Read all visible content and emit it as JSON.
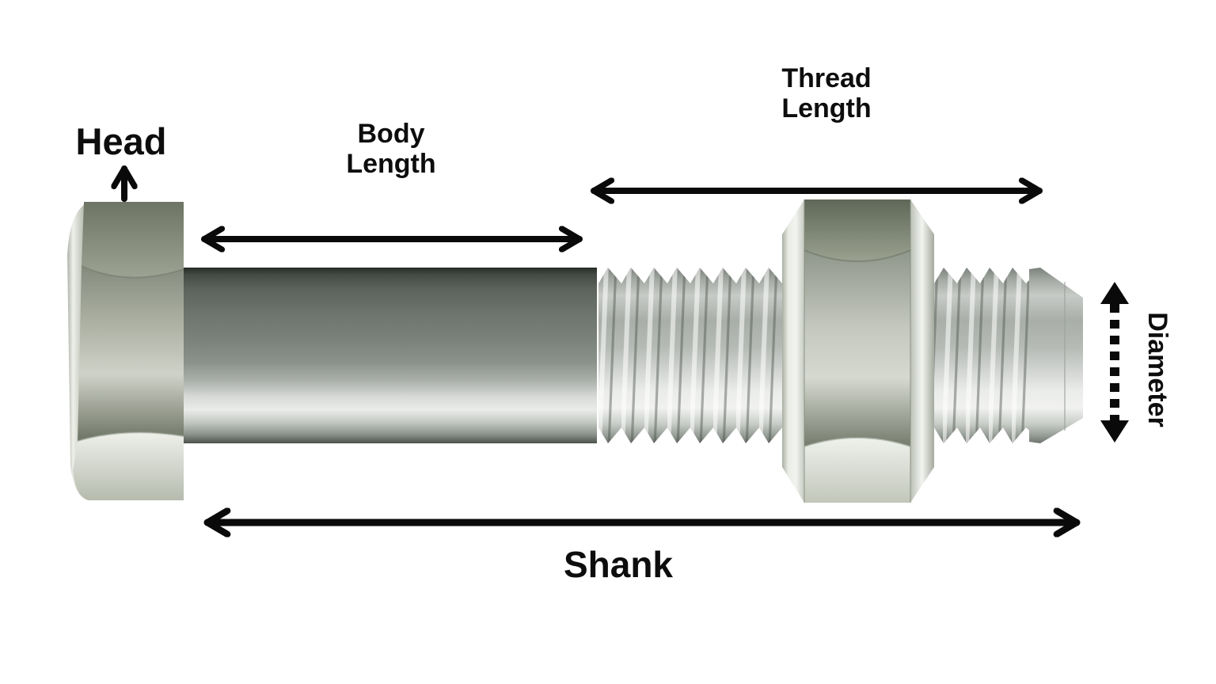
{
  "labels": {
    "head": "Head",
    "body_length": "Body\nLength",
    "thread_length": "Thread\nLength",
    "shank": "Shank",
    "diameter": "Diameter"
  },
  "colors": {
    "background": "#ffffff",
    "annotation": "#0a0a0a",
    "metal_highlight": "#eef0ea",
    "metal_light": "#d7dad6",
    "metal_mid": "#8d9489",
    "metal_olive": "#6d7463",
    "metal_dark": "#4f554f"
  }
}
